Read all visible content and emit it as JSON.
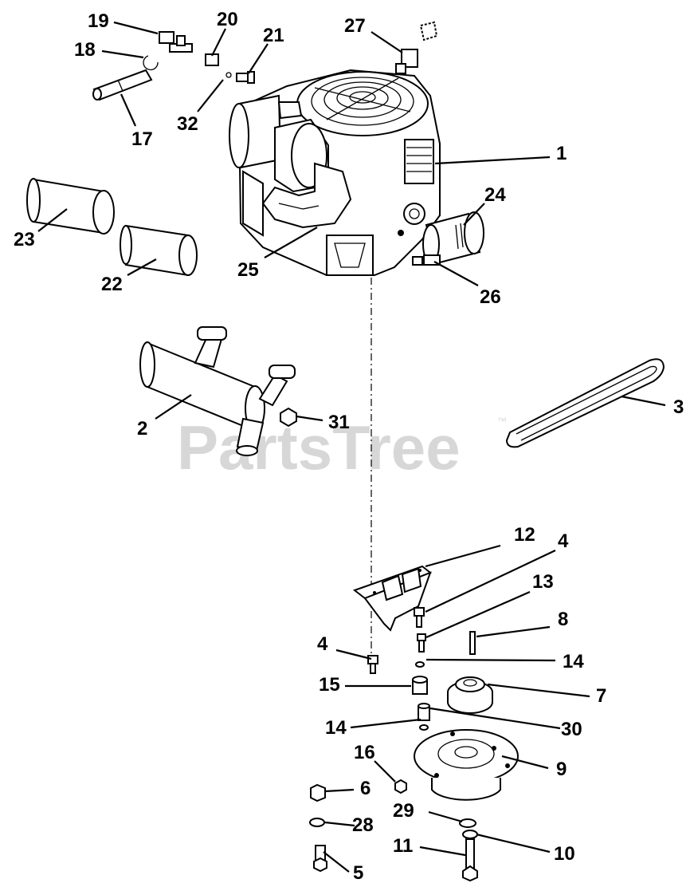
{
  "watermark": "PartsTree",
  "trademark": "™",
  "callouts": {
    "p1": "1",
    "p2": "2",
    "p3": "3",
    "p4a": "4",
    "p4b": "4",
    "p5": "5",
    "p6": "6",
    "p7": "7",
    "p8": "8",
    "p9": "9",
    "p10": "10",
    "p11": "11",
    "p12": "12",
    "p13": "13",
    "p14a": "14",
    "p14b": "14",
    "p15": "15",
    "p16": "16",
    "p17": "17",
    "p18": "18",
    "p19": "19",
    "p20": "20",
    "p21": "21",
    "p22": "22",
    "p23": "23",
    "p24": "24",
    "p25": "25",
    "p26": "26",
    "p27": "27",
    "p28": "28",
    "p29": "29",
    "p30": "30",
    "p31": "31",
    "p32": "32"
  }
}
